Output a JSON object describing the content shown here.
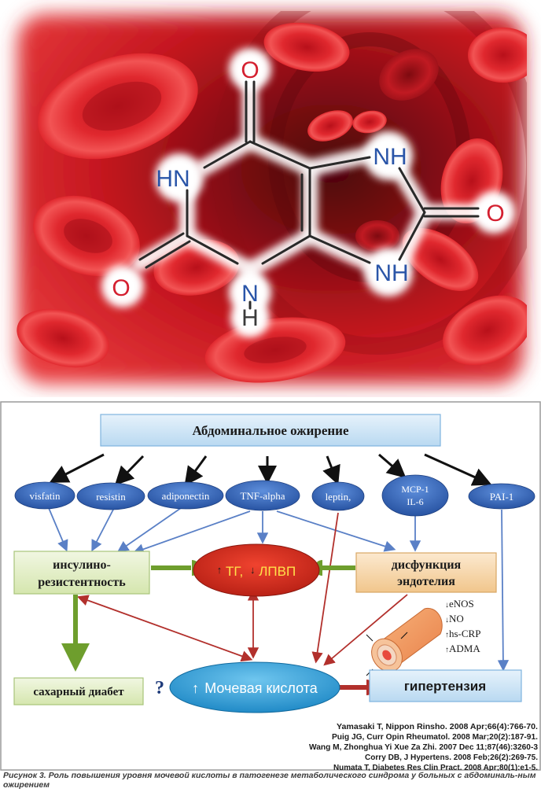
{
  "molecule": {
    "atoms": {
      "o_top": "O",
      "hn_left": "HN",
      "nh_top_right": "NH",
      "o_right": "O",
      "o_left": "O",
      "n_bottom": "N",
      "h_bottom": "H",
      "nh_bottom_right": "NH"
    }
  },
  "diagram": {
    "header": "Абдоминальное ожирение",
    "mediators": {
      "visfatin": "visfatin",
      "resistin": "resistin",
      "adiponectin": "adiponectin",
      "tnf": "TNF-alpha",
      "leptin": "leptin,",
      "mcp_line1": "MCP-1",
      "mcp_line2": "IL-6",
      "pai": "PAI-1"
    },
    "insulin_line1": "инсулино-",
    "insulin_line2": "резистентность",
    "tg_arrow1": "↑",
    "tg_text1": "ТГ,",
    "tg_arrow2": "↓",
    "tg_text2": "ЛПВП",
    "dysfunction_line1": "дисфункция",
    "dysfunction_line2": "эндотелия",
    "markers": [
      {
        "arrow": "↓",
        "label": "eNOS"
      },
      {
        "arrow": "↓",
        "label": "NO"
      },
      {
        "arrow": "↑",
        "label": "hs-CRP"
      },
      {
        "arrow": "↑",
        "label": "ADMA"
      }
    ],
    "diabetes": "сахарный диабет",
    "question": "?",
    "uric_arrow": "↑",
    "uric_acid": "Мочевая кислота",
    "hypertension": "гипертензия",
    "references": [
      "Yamasaki T, Nippon Rinsho. 2008 Apr;66(4):766-70.",
      "Puig JG, Curr Opin Rheumatol. 2008 Mar;20(2):187-91.",
      "Wang M, Zhonghua Yi Xue Za Zhi. 2007 Dec 11;87(46):3260-3",
      "Corry DB, J Hypertens. 2008 Feb;26(2):269-75.",
      "Numata T, Diabetes Res Clin Pract. 2008 Apr;80(1):e1-5."
    ]
  },
  "caption": "Рисунок 3. Роль повышения уровня мочевой кислоты в патогенезе метаболического синдрома у больных с абдоминаль-ным ожирением",
  "colors": {
    "blood": "#d0202a",
    "header_fill": "#cfe6f7",
    "mediator_fill": "#2e63b8",
    "insulin_fill": "#e4efc9",
    "tg_fill": "#d82b1c",
    "dysfunction_fill": "#f7d9b0",
    "uric_fill": "#2b9fd8",
    "hypertension_fill": "#cfe6f7",
    "green_arrow": "#6e9e2d",
    "dark_red_arrow": "#b2302c",
    "blue_arrow": "#5a80c6"
  }
}
